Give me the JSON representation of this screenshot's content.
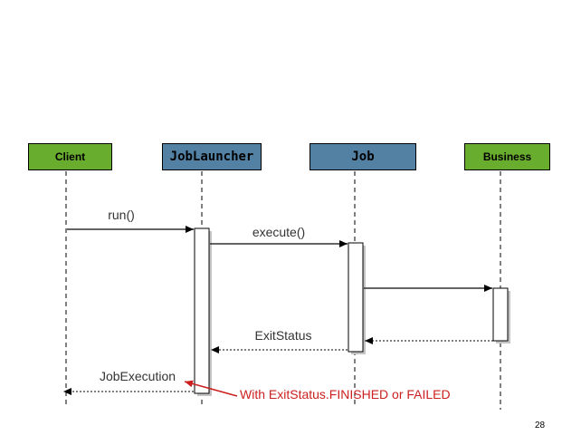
{
  "slide": {
    "kind": "uml-sequence-diagram",
    "page_number": "28",
    "background_color": "#ffffff"
  },
  "colors": {
    "actor_green": "#69AD2F",
    "actor_blue": "#5381A3",
    "annotation_red": "#CC2020",
    "message_line": "#303030",
    "lifeline": "#000000",
    "activation_fill": "#ffffff",
    "activation_shadow": "#c4c4c4"
  },
  "actors": [
    {
      "label": "Client",
      "fill": "#69AD2F"
    },
    {
      "label": "JobLauncher",
      "fill": "#5381A3"
    },
    {
      "label": "Job",
      "fill": "#5381A3"
    },
    {
      "label": "Business",
      "fill": "#69AD2F"
    }
  ],
  "messages": [
    {
      "label": "run()",
      "from": "Client",
      "to": "JobLauncher",
      "style": "solid-call"
    },
    {
      "label": "execute()",
      "from": "JobLauncher",
      "to": "Job",
      "style": "solid-call"
    },
    {
      "label": "",
      "from": "Job",
      "to": "Business",
      "style": "solid-call"
    },
    {
      "label": "",
      "from": "Business",
      "to": "Job",
      "style": "dotted-return"
    },
    {
      "label": "ExitStatus",
      "from": "Job",
      "to": "JobLauncher",
      "style": "dotted-return"
    },
    {
      "label": "JobExecution",
      "from": "JobLauncher",
      "to": "Client",
      "style": "dotted-return"
    }
  ],
  "annotation": {
    "text": "With ExitStatus.FINISHED or FAILED",
    "color": "#CC2020",
    "points_at": "JobExecution return message"
  }
}
